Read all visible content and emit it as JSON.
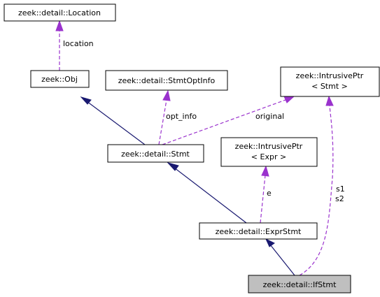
{
  "diagram": {
    "colors": {
      "node_fill": "#ffffff",
      "focus_fill": "#bfbfbf",
      "inheritance": "#191970",
      "collaboration": "#9a32cd"
    },
    "nodes": {
      "location": {
        "lines": [
          "zeek::detail::Location"
        ]
      },
      "obj": {
        "lines": [
          "zeek::Obj"
        ]
      },
      "stmt_opt_info": {
        "lines": [
          "zeek::detail::StmtOptInfo"
        ]
      },
      "intrusive_ptr_stmt": {
        "lines": [
          "zeek::IntrusivePtr",
          "< Stmt >"
        ]
      },
      "stmt": {
        "lines": [
          "zeek::detail::Stmt"
        ]
      },
      "intrusive_ptr_expr": {
        "lines": [
          "zeek::IntrusivePtr",
          "< Expr >"
        ]
      },
      "expr_stmt": {
        "lines": [
          "zeek::detail::ExprStmt"
        ]
      },
      "if_stmt": {
        "lines": [
          "zeek::detail::IfStmt"
        ]
      }
    },
    "edge_labels": {
      "location": "location",
      "opt_info": "opt_info",
      "original": "original",
      "e": "e",
      "s1": "s1",
      "s2": "s2"
    }
  }
}
